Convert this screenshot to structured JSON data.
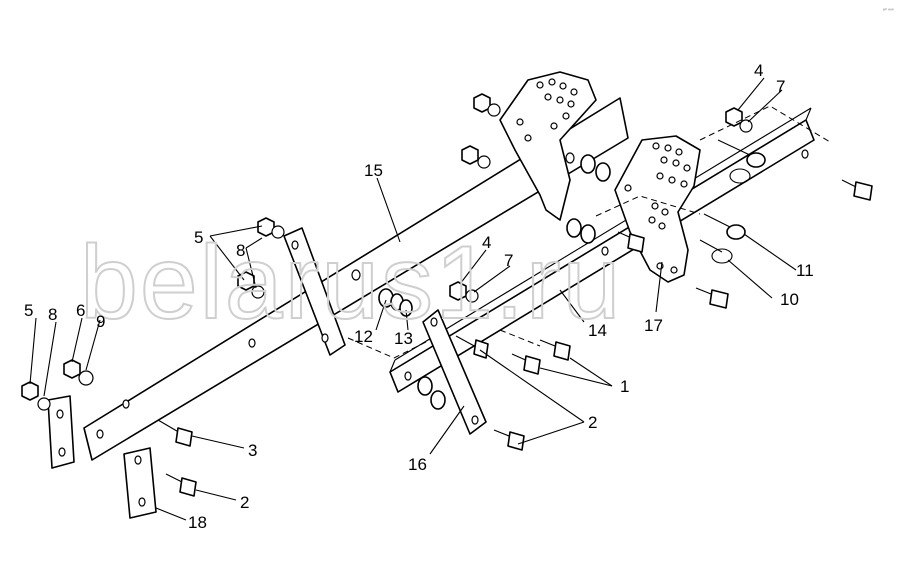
{
  "watermark": "belarus1.ru",
  "corner_note": "ª° ººº",
  "callouts": [
    "1",
    "2",
    "2",
    "3",
    "4",
    "4",
    "5",
    "5",
    "6",
    "7",
    "7",
    "8",
    "8",
    "9",
    "10",
    "11",
    "12",
    "13",
    "14",
    "15",
    "16",
    "17",
    "18"
  ]
}
